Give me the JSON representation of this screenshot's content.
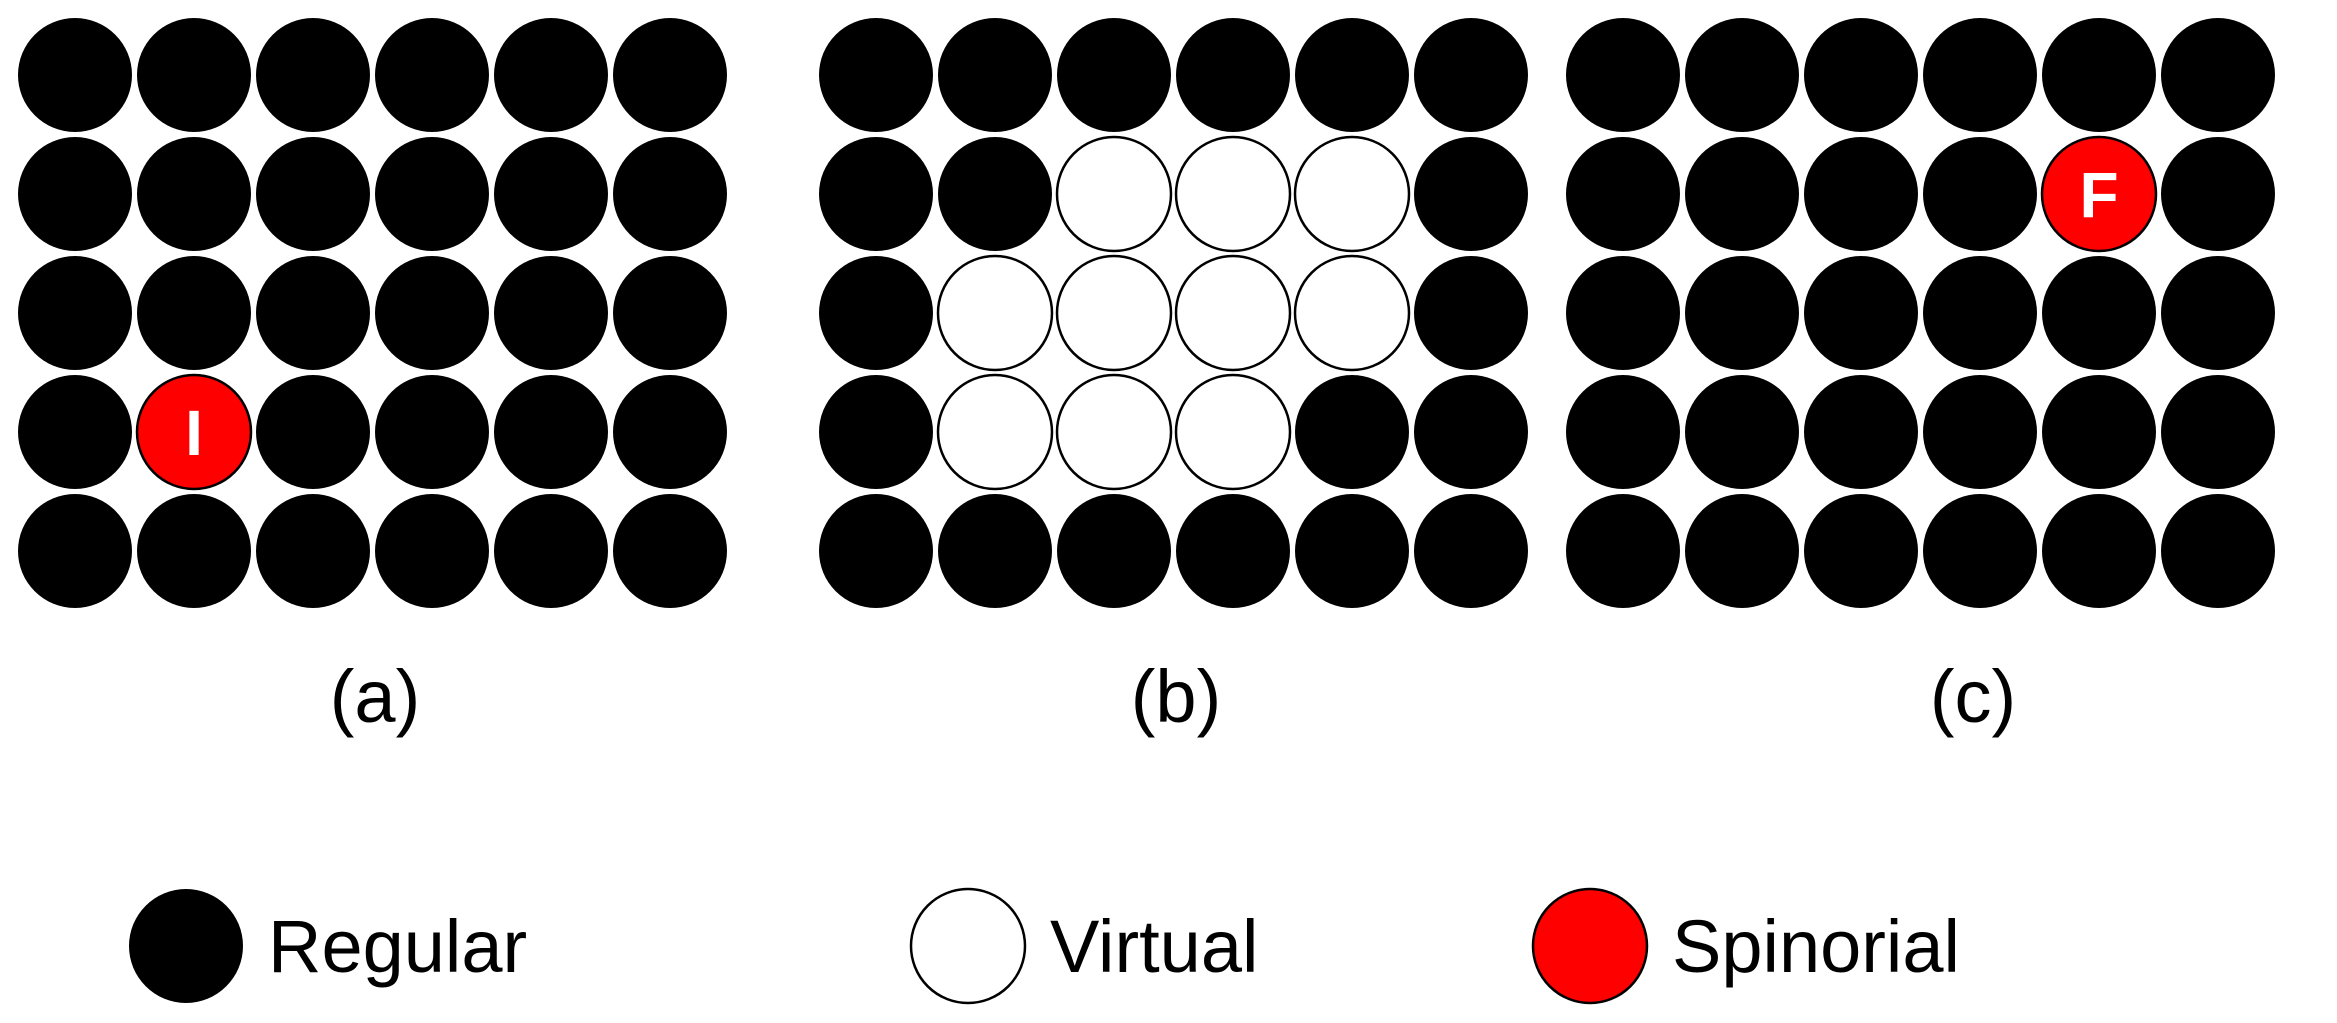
{
  "colors": {
    "regular": "#000000",
    "virtual": "#ffffff",
    "spinorial": "#ff0000",
    "outline": "#000000",
    "marker_text": "#ffffff"
  },
  "panels": [
    {
      "label": "(a)",
      "grid": [
        [
          "R",
          "R",
          "R",
          "R",
          "R",
          "R"
        ],
        [
          "R",
          "R",
          "R",
          "R",
          "R",
          "R"
        ],
        [
          "R",
          "R",
          "R",
          "R",
          "R",
          "R"
        ],
        [
          "R",
          "S",
          "R",
          "R",
          "R",
          "R"
        ],
        [
          "R",
          "R",
          "R",
          "R",
          "R",
          "R"
        ]
      ],
      "marker": "I"
    },
    {
      "label": "(b)",
      "grid": [
        [
          "R",
          "R",
          "R",
          "R",
          "R",
          "R"
        ],
        [
          "R",
          "R",
          "V",
          "V",
          "V",
          "R"
        ],
        [
          "R",
          "V",
          "V",
          "V",
          "V",
          "R"
        ],
        [
          "R",
          "V",
          "V",
          "V",
          "R",
          "R"
        ],
        [
          "R",
          "R",
          "R",
          "R",
          "R",
          "R"
        ]
      ],
      "marker": ""
    },
    {
      "label": "(c)",
      "grid": [
        [
          "R",
          "R",
          "R",
          "R",
          "R",
          "R"
        ],
        [
          "R",
          "R",
          "R",
          "R",
          "S",
          "R"
        ],
        [
          "R",
          "R",
          "R",
          "R",
          "R",
          "R"
        ],
        [
          "R",
          "R",
          "R",
          "R",
          "R",
          "R"
        ],
        [
          "R",
          "R",
          "R",
          "R",
          "R",
          "R"
        ]
      ],
      "marker": "F"
    }
  ],
  "legend": [
    {
      "type": "regular",
      "label": "Regular"
    },
    {
      "type": "virtual",
      "label": "Virtual"
    },
    {
      "type": "spinorial",
      "label": "Spinorial"
    }
  ]
}
